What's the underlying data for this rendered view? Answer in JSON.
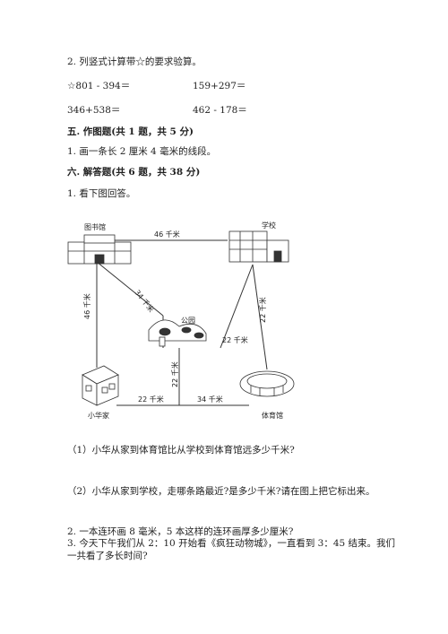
{
  "q2_title": "2. 列竖式计算带☆的要求验算。",
  "calc": [
    "☆801 - 394＝",
    "159+297＝",
    "346+538＝",
    "462 - 178＝"
  ],
  "section5_title": "五. 作图题(共 1 题，共 5 分)",
  "section5_q1": "1. 画一条长 2 厘米 4 毫米的线段。",
  "section6_title": "六. 解答题(共 6 题，共 38 分)",
  "section6_q1": "1. 看下图回答。",
  "map": {
    "library": "图书馆",
    "school": "学校",
    "park": "公园",
    "home": "小华家",
    "gym": "体育馆",
    "d_library_school": "46 千米",
    "d_library_park": "34 千米",
    "d_library_home": "46 千米",
    "d_park_school": "22 千米",
    "d_park_vertical": "22 千米",
    "d_home_junction": "22 千米",
    "d_junction_gym": "34 千米",
    "d_school_gym": "22 千米"
  },
  "sub1": "（1）小华从家到体育馆比从学校到体育馆远多少千米?",
  "sub2": "（2）小华从家到学校，走哪条路最近?是多少千米?请在图上把它标出来。",
  "q2_line": "2. 一本连环画 8 毫米，5 本这样的连环画厚多少厘米?",
  "q3_line1": "3. 今天下午我们从 2：10 开始看《疯狂动物城》，一直看到 3：45 结束。我们",
  "q3_line2": "一共看了多长时间?"
}
